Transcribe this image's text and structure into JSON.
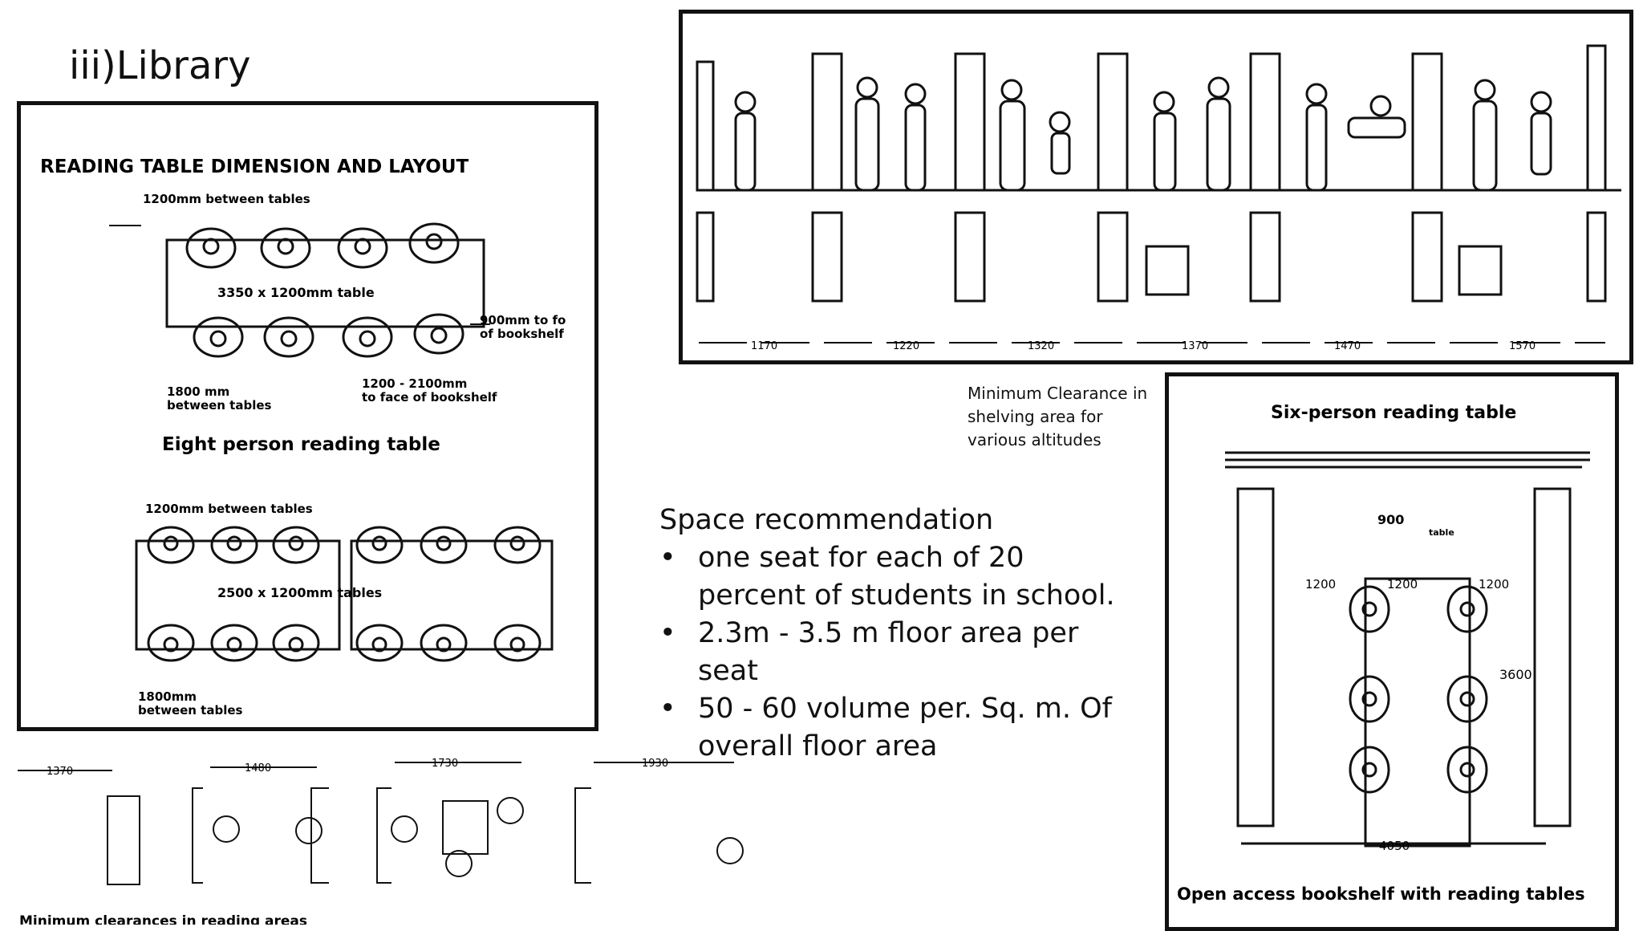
{
  "page": {
    "title_prefix": "iii)",
    "title": "Library"
  },
  "left_panel": {
    "heading": "READING TABLE DIMENSION AND LAYOUT",
    "top_note": "1200mm between tables",
    "table_size_1": "3350 x 1200mm table",
    "bookshelf_note_1": "900mm to fo",
    "bookshelf_note_2": "of bookshelf",
    "between_note_1": "1800 mm",
    "between_note_2": "between tables",
    "face_note_1": "1200 - 2100mm",
    "face_note_2": "to face of bookshelf",
    "eight_caption": "Eight person reading table",
    "second_top_note": "1200mm between tables",
    "table_size_2": "2500 x 1200mm tables",
    "second_between_1": "1800mm",
    "second_between_2": "between tables"
  },
  "shelving_panel": {
    "dims": [
      "1170",
      "1220",
      "1320",
      "1370",
      "1470",
      "1570"
    ]
  },
  "shelving_caption": "Minimum Clearance in shelving area for various altitudes",
  "space": {
    "heading": "Space recommendation",
    "bullets": [
      "one seat for each of 20 percent of students in school.",
      "2.3m - 3.5 m floor area per seat",
      "50 - 60 volume per. Sq. m. Of overall floor area"
    ],
    "bullet_char": "•"
  },
  "clearance_strip": {
    "dims": [
      "1370",
      "1480",
      "1730",
      "1930"
    ],
    "caption": "Minimum clearances in reading areas"
  },
  "six_panel": {
    "heading": "Six-person reading table",
    "dim_900": "900",
    "table_label": "table",
    "dim_left": "1200",
    "dim_mid": "1200",
    "dim_right": "1200",
    "dim_side": "3600",
    "dim_bottom": "4050",
    "caption": "Open access bookshelf with reading tables"
  }
}
